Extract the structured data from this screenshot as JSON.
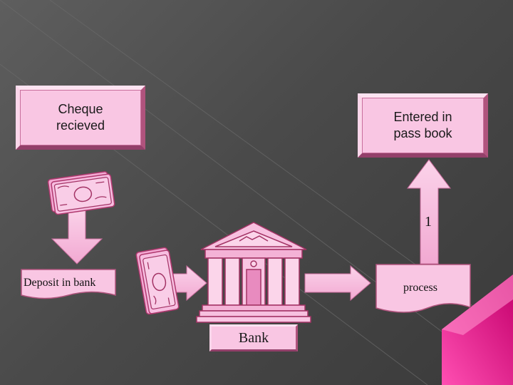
{
  "nodes": {
    "cheque": "Cheque\nrecieved",
    "passbook": "Entered in\npass book",
    "deposit": "Deposit in bank",
    "process": "process",
    "bank": "Bank",
    "step_number": "1"
  },
  "icons": [
    "money-bundle-icon",
    "money-bundle-icon",
    "bank-building-icon"
  ],
  "colors": {
    "background": "#4d4d4d",
    "box": "#f9c6e3",
    "accent": "#e83597"
  }
}
